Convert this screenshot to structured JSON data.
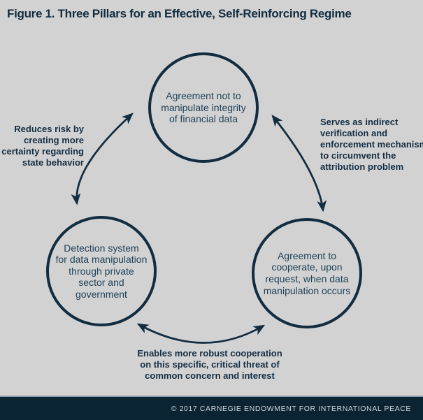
{
  "title": "Figure 1. Three Pillars for an Effective, Self-Reinforcing Regime",
  "colors": {
    "background": "#d2d2d2",
    "navy": "#122c40",
    "circle_text": "#1e4159",
    "label_text": "#142e44",
    "footer_bg": "#0a2433",
    "footer_text": "#ccd5dc",
    "footer_divider": "#8ea0af"
  },
  "pillars": {
    "top": "Agreement not to\nmanipulate integrity\nof financial data",
    "bottom_left": "Detection system\nfor data manipulation\nthrough private\nsector and\ngovernment",
    "bottom_right": "Agreement to\ncooperate, upon\nrequest, when data\nmanipulation occurs"
  },
  "relations": {
    "left": "Reduces risk by\ncreating more\ncertainty regarding\nstate behavior",
    "right": "Serves as indirect\nverification and\nenforcement mechanism\nto circumvent the\nattribution problem",
    "bottom": "Enables more robust cooperation\non this specific, critical threat of\ncommon concern and interest"
  },
  "footer": {
    "copyright": "© 2017 CARNEGIE ENDOWMENT FOR INTERNATIONAL PEACE"
  }
}
